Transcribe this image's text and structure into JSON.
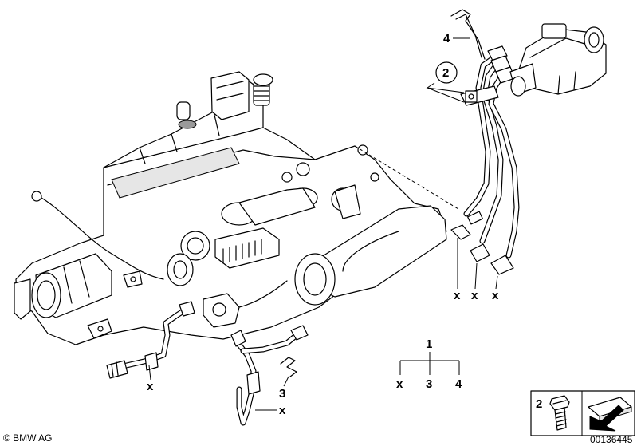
{
  "callouts": {
    "item_4": "4",
    "item_2": "2",
    "item_3": "3",
    "x_marks": [
      "x",
      "x",
      "x",
      "x",
      "x"
    ]
  },
  "tree": {
    "top": "1",
    "left": "x",
    "middle": "3",
    "right": "4"
  },
  "legend": {
    "item_number": "2"
  },
  "footer": {
    "copyright": "© BMW AG",
    "diagram_number": "00136445"
  }
}
